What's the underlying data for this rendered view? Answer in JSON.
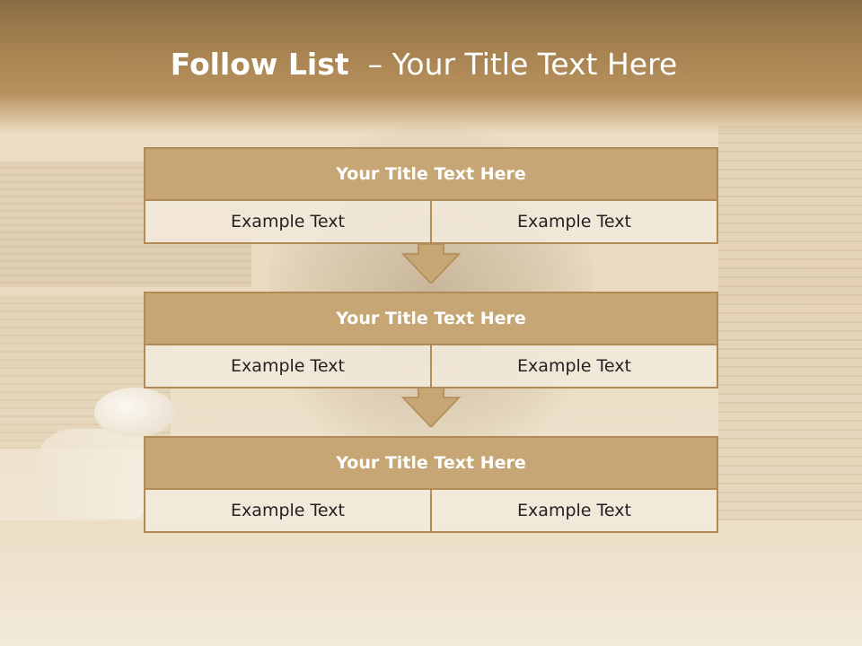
{
  "slide": {
    "title_bold": "Follow List",
    "title_rest": "  – Your Title Text Here"
  },
  "steps": [
    {
      "title": "Your Title Text Here",
      "left": "Example Text",
      "right": "Example Text"
    },
    {
      "title": "Your Title Text Here",
      "left": "Example Text",
      "right": "Example Text"
    },
    {
      "title": "Your Title Text Here",
      "left": "Example Text",
      "right": "Example Text"
    }
  ],
  "colors": {
    "accent": "#c7a676",
    "border": "#b28a55",
    "header": "#a5814f"
  },
  "icons": [
    "down-arrow-icon"
  ]
}
